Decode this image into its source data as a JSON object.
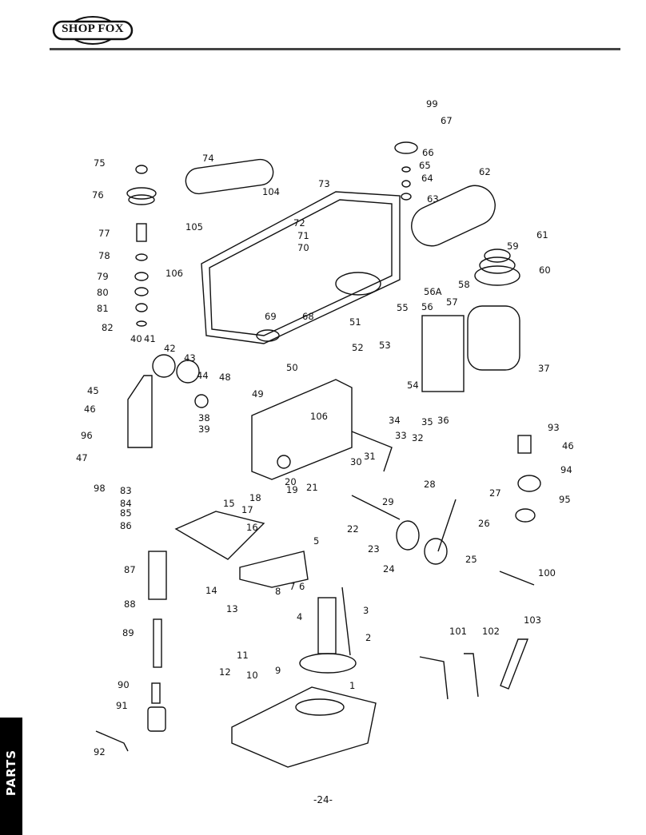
{
  "header": {
    "logo_text": "SHOP FOX"
  },
  "side_tab": {
    "label": "PARTS"
  },
  "page_number": "-24-",
  "callouts": [
    "99",
    "67",
    "66",
    "65",
    "64",
    "63",
    "62",
    "74",
    "75",
    "76",
    "104",
    "73",
    "72",
    "71",
    "70",
    "105",
    "77",
    "78",
    "79",
    "80",
    "81",
    "82",
    "106",
    "69",
    "68",
    "59",
    "61",
    "60",
    "58",
    "56A",
    "56",
    "57",
    "55",
    "51",
    "52",
    "53",
    "54",
    "37",
    "40",
    "41",
    "42",
    "43",
    "44",
    "48",
    "49",
    "50",
    "106",
    "34",
    "35",
    "36",
    "33",
    "32",
    "31",
    "30",
    "45",
    "46",
    "96",
    "47",
    "98",
    "38",
    "39",
    "20",
    "93",
    "46",
    "94",
    "95",
    "83",
    "84",
    "85",
    "86",
    "15",
    "18",
    "17",
    "16",
    "19",
    "21",
    "29",
    "28",
    "27",
    "26",
    "22",
    "23",
    "25",
    "24",
    "5",
    "6",
    "7",
    "8",
    "14",
    "87",
    "100",
    "13",
    "4",
    "3",
    "88",
    "89",
    "2",
    "103",
    "101",
    "102",
    "12",
    "11",
    "10",
    "9",
    "1",
    "90",
    "91",
    "92"
  ]
}
